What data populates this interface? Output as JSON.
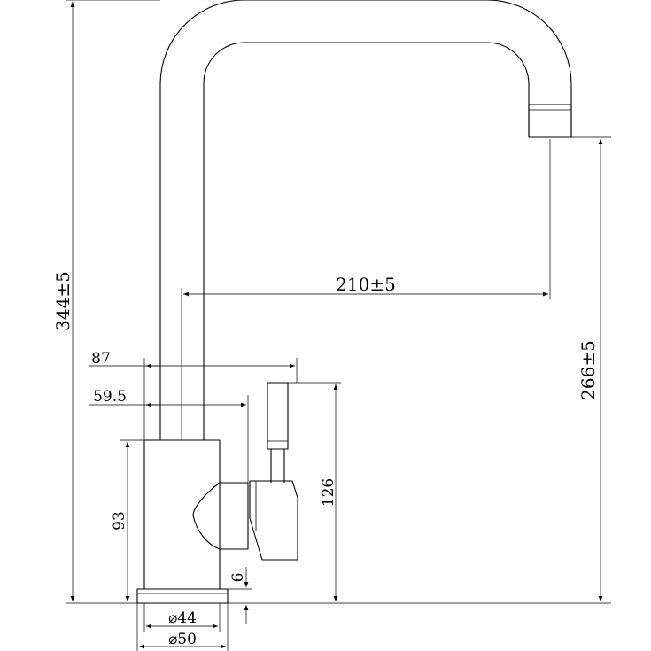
{
  "dimensions": {
    "total_height": "344±5",
    "spout_height": "266±5",
    "spout_reach": "210±5",
    "handle_offset": "87",
    "body_offset": "59.5",
    "body_height": "93",
    "handle_height": "126",
    "base_thickness": "6",
    "base_inner_diameter": "⌀44",
    "base_outer_diameter": "⌀50"
  },
  "colors": {
    "line": "#000000",
    "background": "#ffffff"
  }
}
